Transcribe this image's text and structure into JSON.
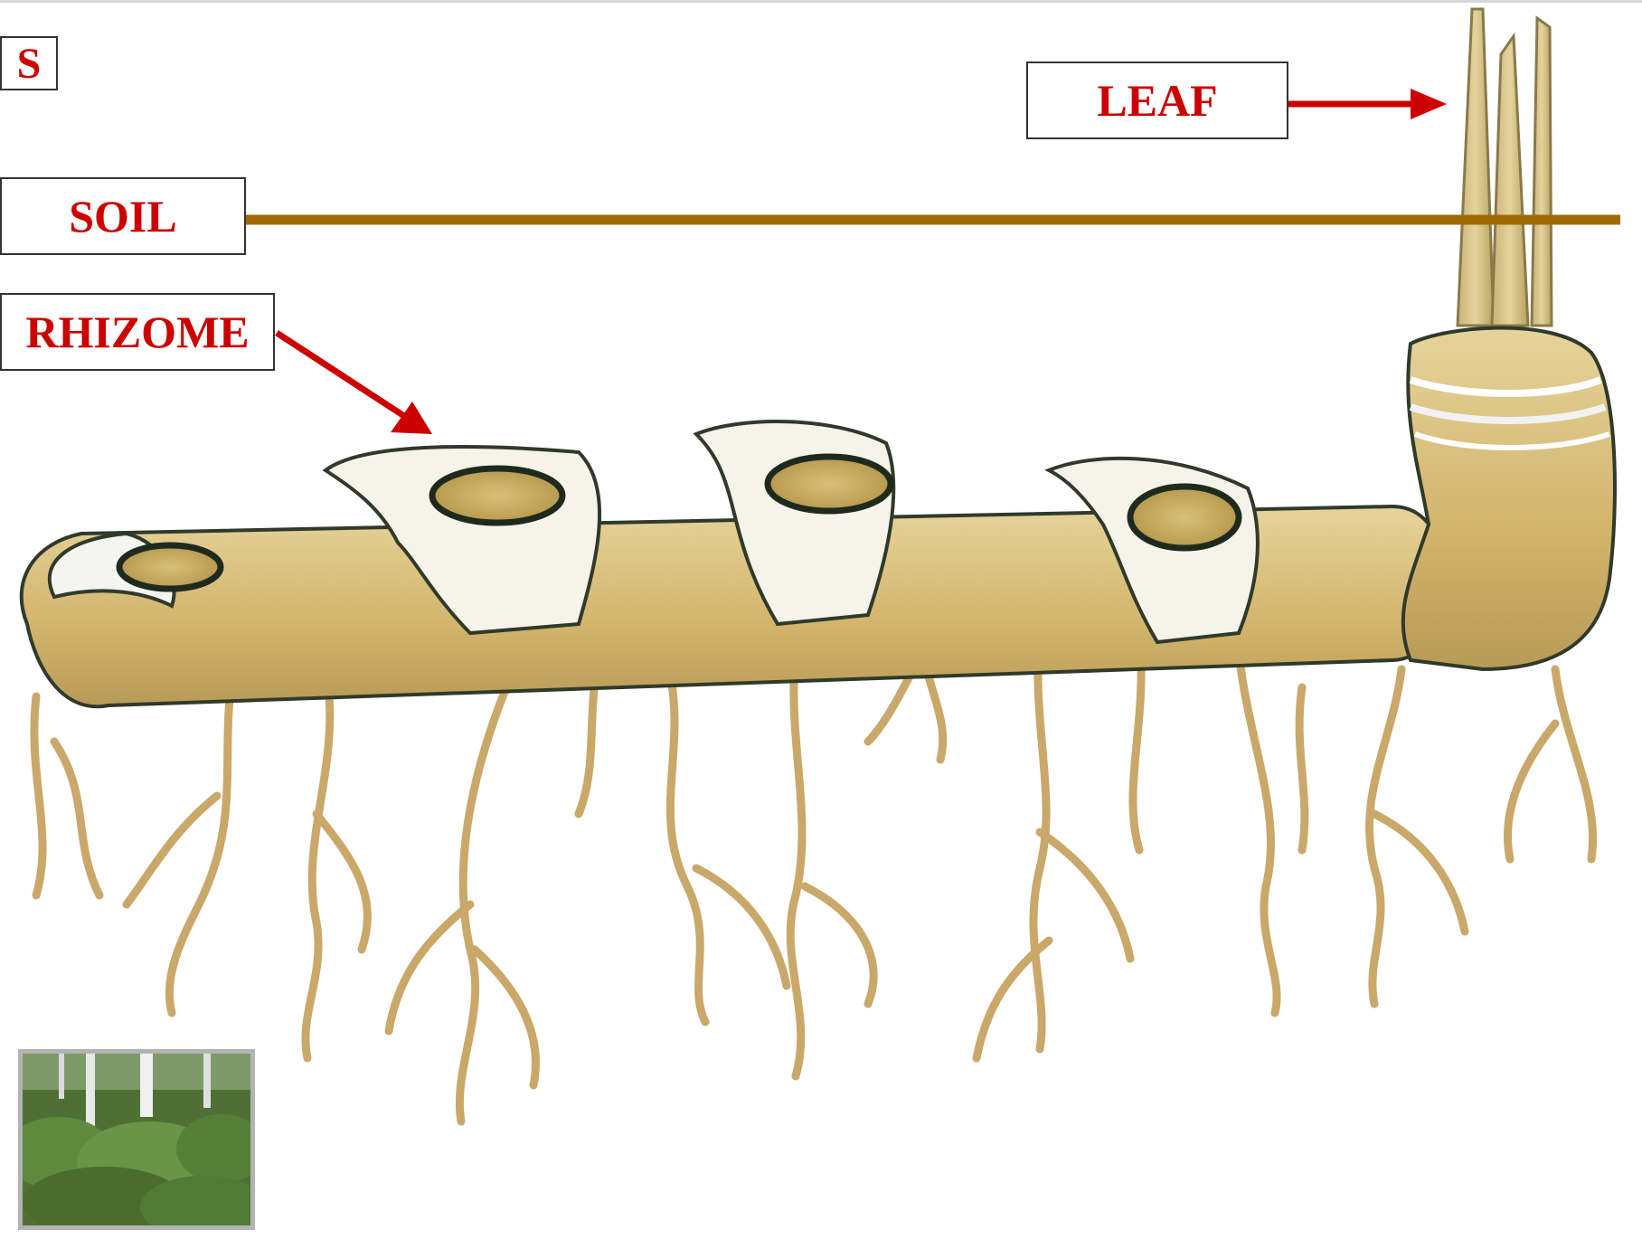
{
  "slide_letter": "S",
  "labels": {
    "soil": "SOIL",
    "rhizome": "RHIZOME",
    "leaf": "LEAF"
  },
  "colors": {
    "label_text": "#cc0000",
    "arrow": "#cc0000",
    "soil_line": "#a06a00",
    "rhizome_fill": "#d9bf7a",
    "rhizome_outline": "#2f3a2a",
    "root": "#c9a86a",
    "scale_leaf": "#ffffff"
  },
  "icons": {
    "thumbnail": "fern-forest-photo"
  }
}
